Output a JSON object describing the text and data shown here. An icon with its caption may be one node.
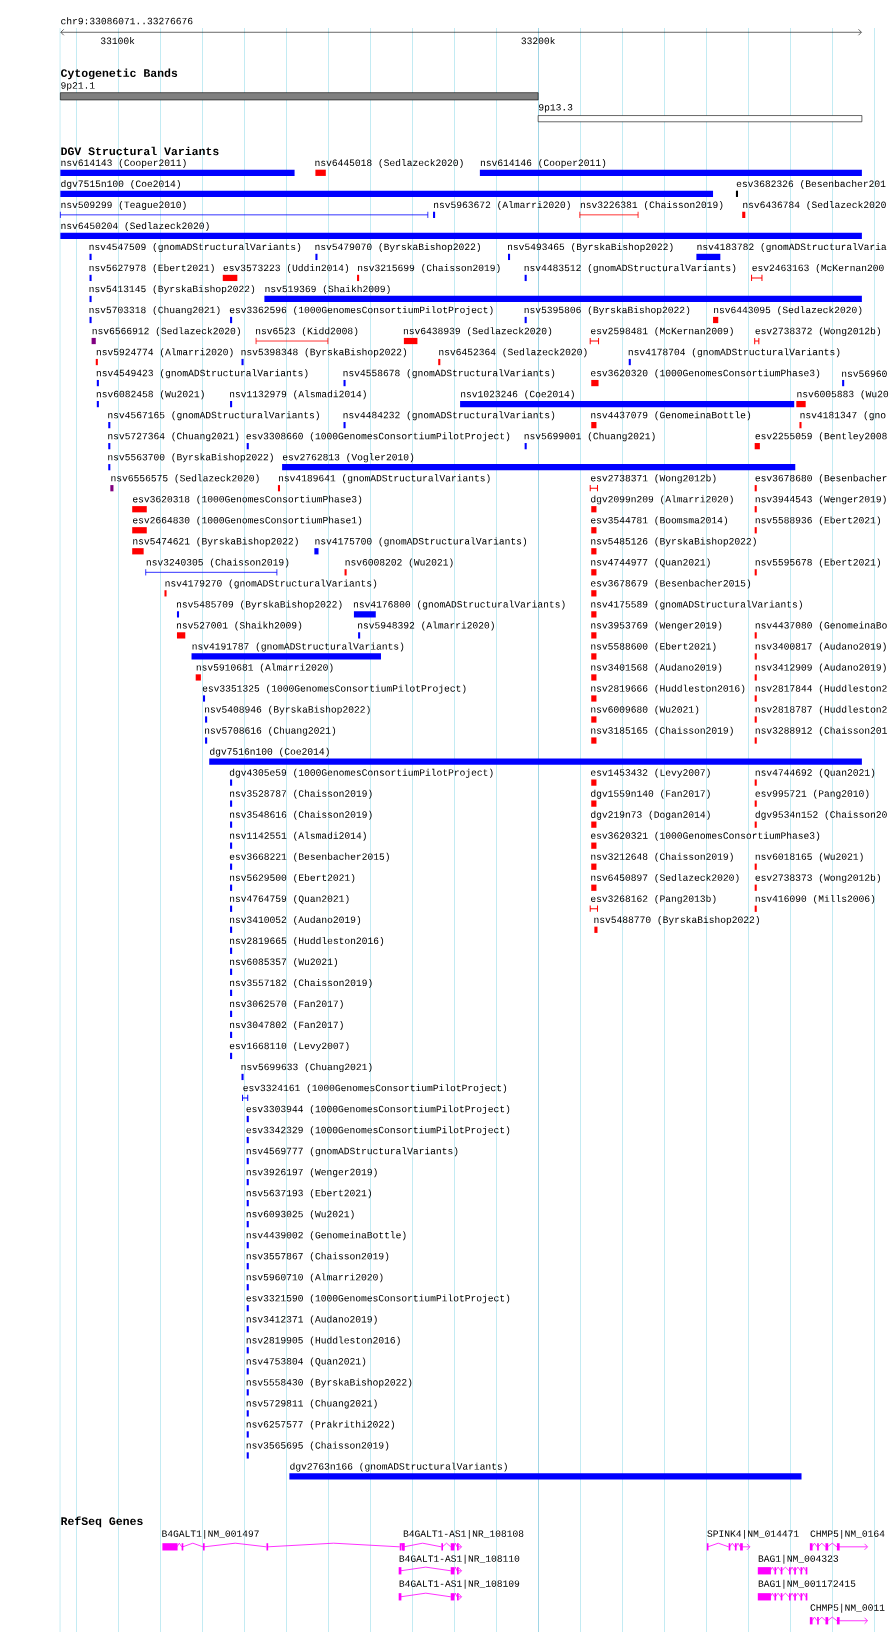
{
  "diagram": {
    "labels": [
      "chr9:33086071..33276676",
      "33100k",
      "33200k",
      "Cytogenetic Bands",
      "9p21.1",
      "9p13.3",
      "DGV Structural Variants",
      "nsv614143 (Cooper2011)",
      "nsv6445018 (Sedlazeck2020)",
      "nsv614146 (Cooper2011)",
      "dgv7515n100 (Coe2014)",
      "esv3682326 (Besenbacher201",
      "nsv509299 (Teague2010)",
      "nsv5963672 (Almarri2020)",
      "nsv3226381 (Chaisson2019)",
      "nsv6436784 (Sedlazeck2020",
      "nsv6450204 (Sedlazeck2020)",
      "nsv4547509 (gnomADStructuralVariants)",
      "nsv5479070 (ByrskaBishop2022)",
      "nsv5493465 (ByrskaBishop2022)",
      "nsv4183782 (gnomADStructuralVaria",
      "nsv5627978 (Ebert2021)",
      "esv3573223 (Uddin2014)",
      "nsv3215699 (Chaisson2019)",
      "nsv4483512 (gnomADStructuralVariants)",
      "esv2463163 (McKernan200",
      "nsv5413145 (ByrskaBishop2022)",
      "nsv519369 (Shaikh2009)",
      "nsv5703318 (Chuang2021)",
      "esv3362596 (1000GenomesConsortiumPilotProject)",
      "nsv5395806 (ByrskaBishop2022)",
      "nsv6443095 (Sedlazeck2020)",
      "nsv6566912 (Sedlazeck2020)",
      "nsv6523 (Kidd2008)",
      "nsv6438939 (Sedlazeck2020)",
      "esv2598481 (McKernan2009)",
      "esv2738372 (Wong2012b)",
      "nsv5924774 (Almarri2020)",
      "nsv5398348 (ByrskaBishop2022)",
      "nsv6452364 (Sedlazeck2020)",
      "nsv4178704 (gnomADStructuralVariants)",
      "nsv4549423 (gnomADStructuralVariants)",
      "nsv4558678 (gnomADStructuralVariants)",
      "esv3620320 (1000GenomesConsortiumPhase3)",
      "nsv56960",
      "nsv6082458 (Wu2021)",
      "nsv1132979 (Alsmadi2014)",
      "nsv1023246 (Coe2014)",
      "nsv6005883 (Wu20",
      "nsv4567165 (gnomADStructuralVariants)",
      "nsv4484232 (gnomADStructuralVariants)",
      "nsv4437079 (GenomeinaBottle)",
      "nsv4181347 (gno",
      "nsv5727364 (Chuang2021)",
      "esv3308660 (1000GenomesConsortiumPilotProject)",
      "nsv5699001 (Chuang2021)",
      "esv2255059 (Bentley2008",
      "nsv5563700 (ByrskaBishop2022)",
      "esv2762813 (Vogler2010)",
      "nsv6556575 (Sedlazeck2020)",
      "nsv4189641 (gnomADStructuralVariants)",
      "esv2738371 (Wong2012b)",
      "esv3678680 (Besenbacher",
      "esv3620318 (1000GenomesConsortiumPhase3)",
      "dgv2099n209 (Almarri2020)",
      "nsv3944543 (Wenger2019)",
      "esv2664830 (1000GenomesConsortiumPhase1)",
      "esv3544781 (Boomsma2014)",
      "nsv5588936 (Ebert2021)",
      "nsv5474621 (ByrskaBishop2022)",
      "nsv4175700 (gnomADStructuralVariants)",
      "nsv5485126 (ByrskaBishop2022)",
      "nsv3240305 (Chaisson2019)",
      "nsv6008202 (Wu2021)",
      "nsv4744977 (Quan2021)",
      "nsv5595678 (Ebert2021)",
      "nsv4179270 (gnomADStructuralVariants)",
      "esv3678679 (Besenbacher2015)",
      "nsv5485709 (ByrskaBishop2022)",
      "nsv4176800 (gnomADStructuralVariants)",
      "nsv4175589 (gnomADStructuralVariants)",
      "nsv527001 (Shaikh2009)",
      "nsv5948392 (Almarri2020)",
      "nsv3953769 (Wenger2019)",
      "nsv4437080 (GenomeinaBo",
      "nsv4191787 (gnomADStructuralVariants)",
      "nsv5588600 (Ebert2021)",
      "nsv3400817 (Audano2019)",
      "nsv5910681 (Almarri2020)",
      "nsv3401568 (Audano2019)",
      "nsv3412909 (Audano2019)",
      "esv3351325 (1000GenomesConsortiumPilotProject)",
      "nsv2819666 (Huddleston2016)",
      "nsv2817844 (Huddleston2",
      "nsv5408946 (ByrskaBishop2022)",
      "nsv6009680 (Wu2021)",
      "nsv2818787 (Huddleston2",
      "nsv5708616 (Chuang2021)",
      "nsv3185165 (Chaisson2019)",
      "nsv3288912 (Chaisson201",
      "dgv7516n100 (Coe2014)",
      "dgv4305e59 (1000GenomesConsortiumPilotProject)",
      "esv1453432 (Levy2007)",
      "nsv4744692 (Quan2021)",
      "nsv3528787 (Chaisson2019)",
      "dgv1559n140 (Fan2017)",
      "esv995721 (Pang2010)",
      "nsv3548616 (Chaisson2019)",
      "dgv219n73 (Dogan2014)",
      "dgv9534n152 (Chaisson20",
      "nsv1142551 (Alsmadi2014)",
      "esv3620321 (1000GenomesConsortiumPhase3)",
      "esv3668221 (Besenbacher2015)",
      "nsv3212648 (Chaisson2019)",
      "nsv6018165 (Wu2021)",
      "nsv5629500 (Ebert2021)",
      "nsv6450897 (Sedlazeck2020)",
      "esv2738373 (Wong2012b)",
      "nsv4764759 (Quan2021)",
      "esv3268162 (Pang2013b)",
      "nsv416090 (Mills2006)",
      "nsv3410052 (Audano2019)",
      "nsv5488770 (ByrskaBishop2022)",
      "nsv2819665 (Huddleston2016)",
      "nsv6085357 (Wu2021)",
      "nsv3557182 (Chaisson2019)",
      "nsv3062570 (Fan2017)",
      "nsv3047802 (Fan2017)",
      "esv1668110 (Levy2007)",
      "nsv5699633 (Chuang2021)",
      "esv3324161 (1000GenomesConsortiumPilotProject)",
      "esv3303944 (1000GenomesConsortiumPilotProject)",
      "esv3342329 (1000GenomesConsortiumPilotProject)",
      "nsv4569777 (gnomADStructuralVariants)",
      "nsv3926197 (Wenger2019)",
      "nsv5637193 (Ebert2021)",
      "nsv6093025 (Wu2021)",
      "nsv4439002 (GenomeinaBottle)",
      "nsv3557867 (Chaisson2019)",
      "nsv5960710 (Almarri2020)",
      "esv3321590 (1000GenomesConsortiumPilotProject)",
      "nsv3412371 (Audano2019)",
      "nsv2819905 (Huddleston2016)",
      "nsv4753804 (Quan2021)",
      "nsv5558430 (ByrskaBishop2022)",
      "nsv5729811 (Chuang2021)",
      "nsv6257577 (Prakrithi2022)",
      "nsv3565695 (Chaisson2019)",
      "dgv2763n166 (gnomADStructuralVariants)",
      "RefSeq Genes",
      "B4GALT1|NM_001497",
      "B4GALT1-AS1|NR_108108",
      "SPINK4|NM_014471",
      "CHMP5|NM_0164",
      "B4GALT1-AS1|NR_108110",
      "BAG1|NM_004323",
      "B4GALT1-AS1|NR_108109",
      "BAG1|NM_001172415",
      "CHMP5|NM_0011"
    ]
  }
}
